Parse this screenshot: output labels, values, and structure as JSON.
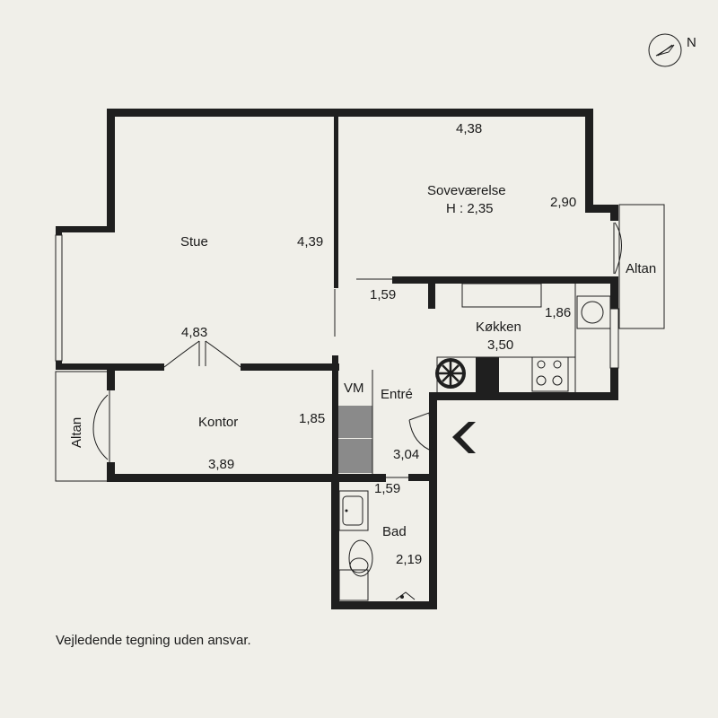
{
  "compass": {
    "label": "N"
  },
  "rooms": {
    "stue": {
      "name": "Stue",
      "dim_w": "4,83",
      "dim_h": "4,39"
    },
    "sovevaerelse": {
      "name": "Soveværelse",
      "height": "H : 2,35",
      "dim_w": "4,38",
      "dim_h": "2,90"
    },
    "kokken": {
      "name": "Køkken",
      "dim_w": "3,50",
      "dim_h": "1,86"
    },
    "entre": {
      "name": "Entré",
      "dim": "3,04",
      "door_dim": "1,59"
    },
    "kontor": {
      "name": "Kontor",
      "dim_w": "3,89",
      "dim_h": "1,85"
    },
    "bad": {
      "name": "Bad",
      "dim_w": "1,59",
      "dim_h": "2,19"
    },
    "vm": {
      "name": "VM"
    },
    "altan_right": {
      "name": "Altan"
    },
    "altan_left": {
      "name": "Altan"
    }
  },
  "disclaimer": "Vejledende tegning uden ansvar."
}
